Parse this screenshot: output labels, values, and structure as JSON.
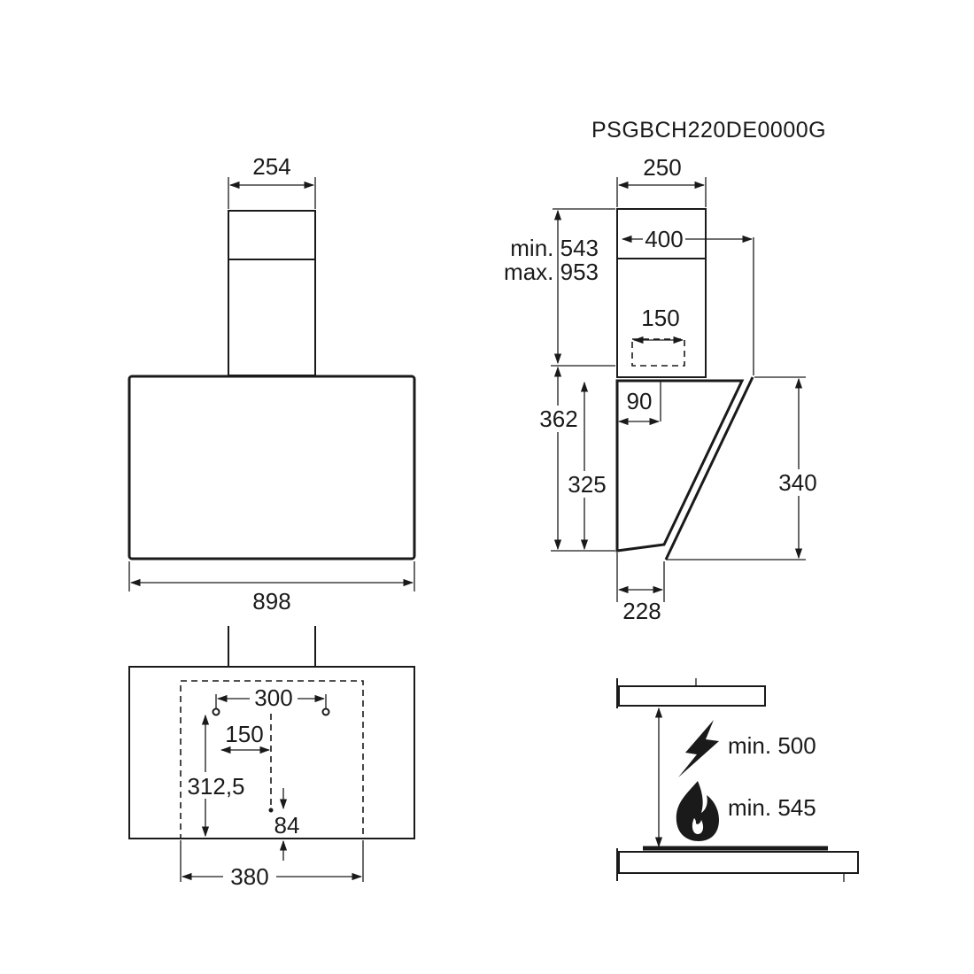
{
  "model_code": "PSGBCH220DE0000G",
  "front_view": {
    "chimney_width": "254",
    "hood_width": "898"
  },
  "side_view": {
    "chimney_depth": "250",
    "chimney_height_min": "min. 543",
    "chimney_height_max": "max. 953",
    "top_depth": "400",
    "outlet_width": "150",
    "outlet_offset": "90",
    "total_height": "362",
    "body_height": "325",
    "glass_height": "340",
    "bottom_depth": "228"
  },
  "mounting_view": {
    "bracket_spacing": "300",
    "hole_offset": "150",
    "bracket_height": "312,5",
    "bottom_offset": "84",
    "template_width": "380"
  },
  "clearance_view": {
    "electric_min": "min. 500",
    "gas_min": "min. 545"
  },
  "icons": [
    "lightning-icon",
    "flame-icon",
    "arrow-icon"
  ]
}
